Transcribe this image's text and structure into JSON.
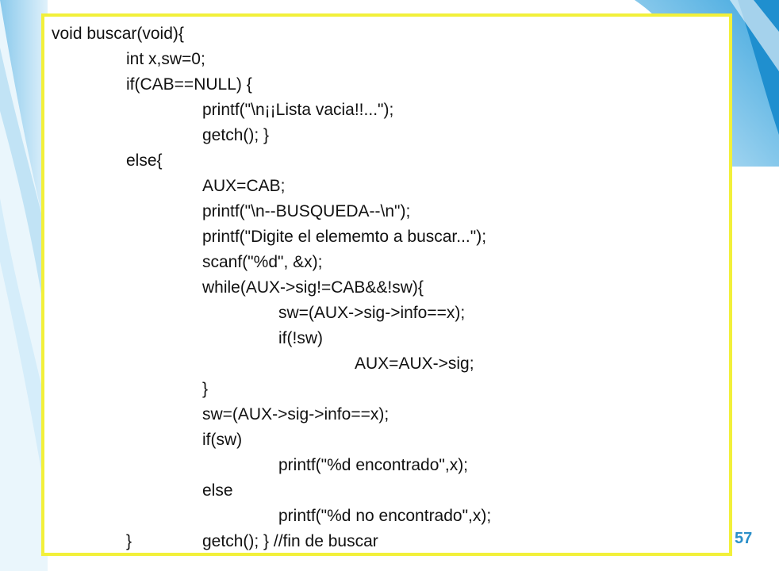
{
  "slide": {
    "page_number": "57",
    "colors": {
      "frame_border": "#f2f03a",
      "accent": "#2b8fc9",
      "text": "#111111"
    }
  },
  "code": {
    "lines": [
      "void buscar(void){",
      "int x,sw=0;",
      "if(CAB==NULL) {",
      "printf(\"\\n¡¡Lista vacia!!...\");",
      "getch(); }",
      "else{",
      "AUX=CAB;",
      "printf(\"\\n--BUSQUEDA--\\n\");",
      "printf(\"Digite el elememto a buscar...\");",
      "scanf(\"%d\", &x);",
      "while(AUX->sig!=CAB&&!sw){",
      "sw=(AUX->sig->info==x);",
      "if(!sw)",
      "AUX=AUX->sig;",
      "}",
      "sw=(AUX->sig->info==x);",
      "if(sw)",
      "printf(\"%d encontrado\",x);",
      "else",
      "printf(\"%d no encontrado\",x);",
      "}",
      "getch(); } //fin de buscar"
    ]
  }
}
